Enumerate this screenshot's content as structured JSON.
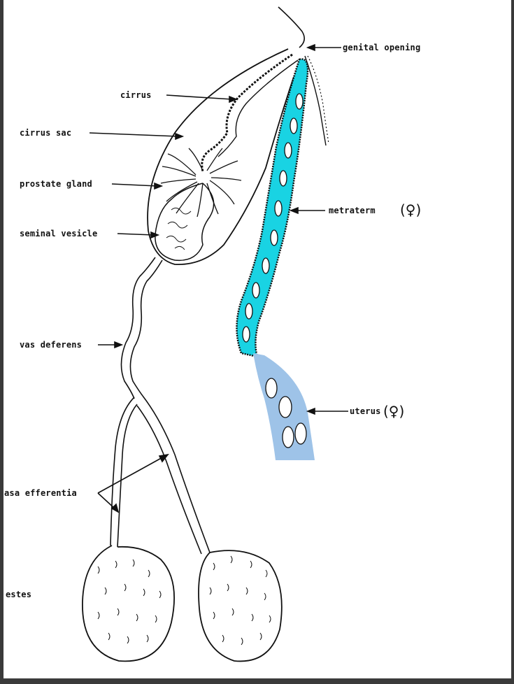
{
  "labels": {
    "genital_opening": "genital opening",
    "cirrus": "cirrus",
    "cirrus_sac": "cirrus sac",
    "prostate_gland": "prostate gland",
    "seminal_vesicle": "seminal vesicle",
    "metraterm": "metraterm",
    "metraterm_symbol": "(♀)",
    "vas_deferens": "vas deferens",
    "uterus": "uterus",
    "uterus_symbol": "(♀)",
    "vasa_efferentia": "asa efferentia",
    "testes": "estes"
  },
  "colors": {
    "metraterm_fill": "#19d3e3",
    "uterus_fill": "#9ec3e8",
    "line": "#111111",
    "frame_border": "#3a3a3a"
  }
}
